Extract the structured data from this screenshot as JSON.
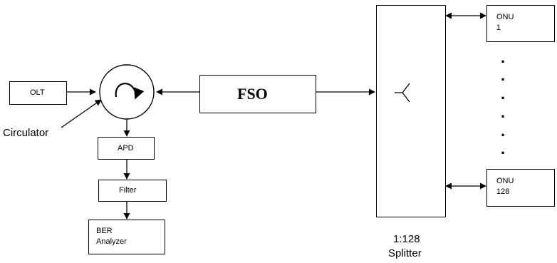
{
  "blocks": {
    "olt": "OLT",
    "fso": "FSO",
    "apd": "APD",
    "filter": "Filter",
    "ber_line1": "BER",
    "ber_line2": "Analyzer",
    "onu1_line1": "ONU",
    "onu1_line2": "1",
    "onu128_line1": "ONU",
    "onu128_line2": "128"
  },
  "labels": {
    "circulator": "Circulator",
    "splitter_ratio": "1:128",
    "splitter_name": "Splitter"
  },
  "dots": [
    ".",
    ".",
    ".",
    ".",
    ".",
    "."
  ],
  "colors": {
    "stroke": "#000000",
    "background": "#ffffff"
  }
}
